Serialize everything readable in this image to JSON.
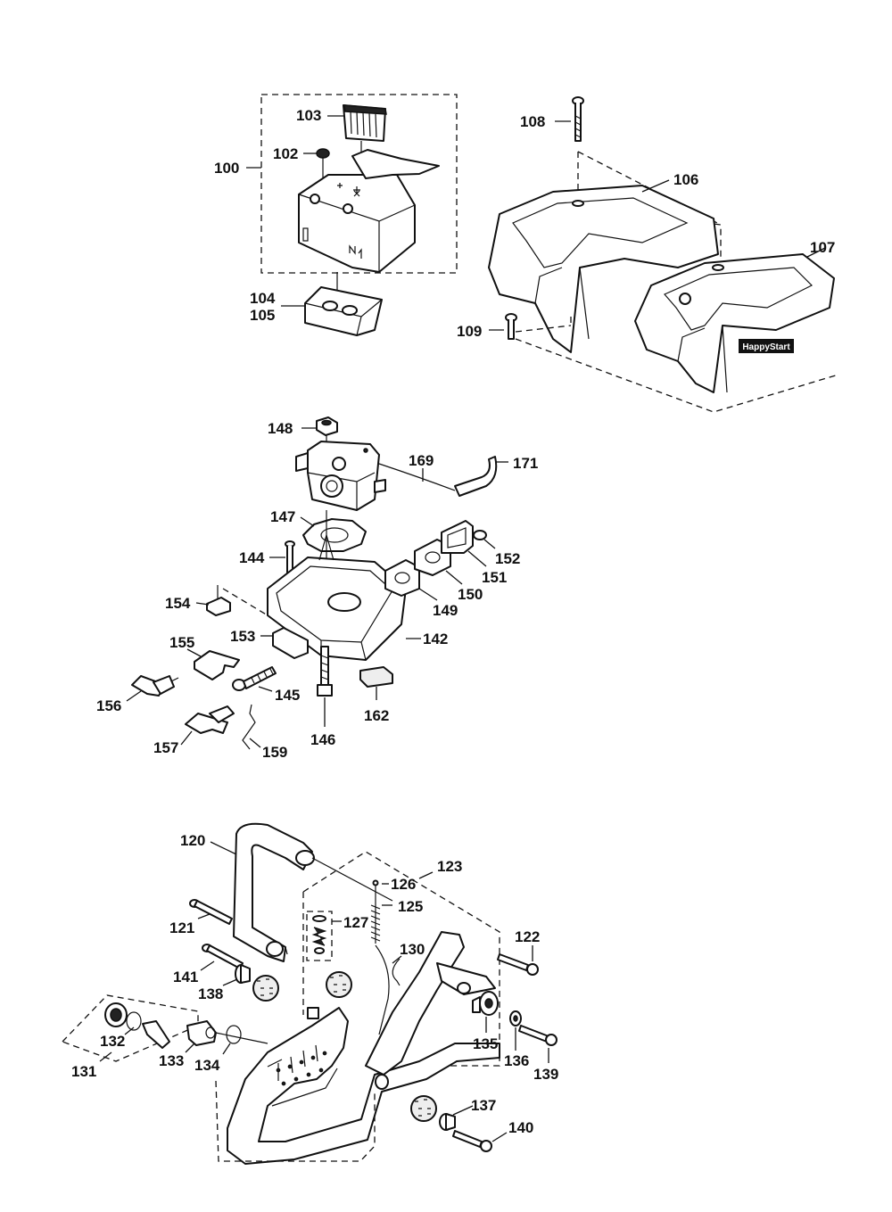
{
  "badge": "HappyStart",
  "labels": {
    "p100": "100",
    "p102": "102",
    "p103": "103",
    "p104": "104",
    "p105": "105",
    "p106": "106",
    "p107": "107",
    "p108": "108",
    "p109": "109",
    "p120": "120",
    "p121": "121",
    "p122": "122",
    "p123": "123",
    "p125": "125",
    "p126": "126",
    "p127": "127",
    "p130": "130",
    "p131": "131",
    "p132": "132",
    "p133": "133",
    "p134": "134",
    "p135": "135",
    "p136": "136",
    "p137": "137",
    "p138": "138",
    "p139": "139",
    "p140": "140",
    "p141": "141",
    "p142": "142",
    "p144": "144",
    "p145": "145",
    "p146": "146",
    "p147": "147",
    "p148": "148",
    "p149": "149",
    "p150": "150",
    "p151": "151",
    "p152": "152",
    "p153": "153",
    "p154": "154",
    "p155": "155",
    "p156": "156",
    "p157": "157",
    "p159": "159",
    "p162": "162",
    "p169": "169",
    "p171": "171"
  }
}
